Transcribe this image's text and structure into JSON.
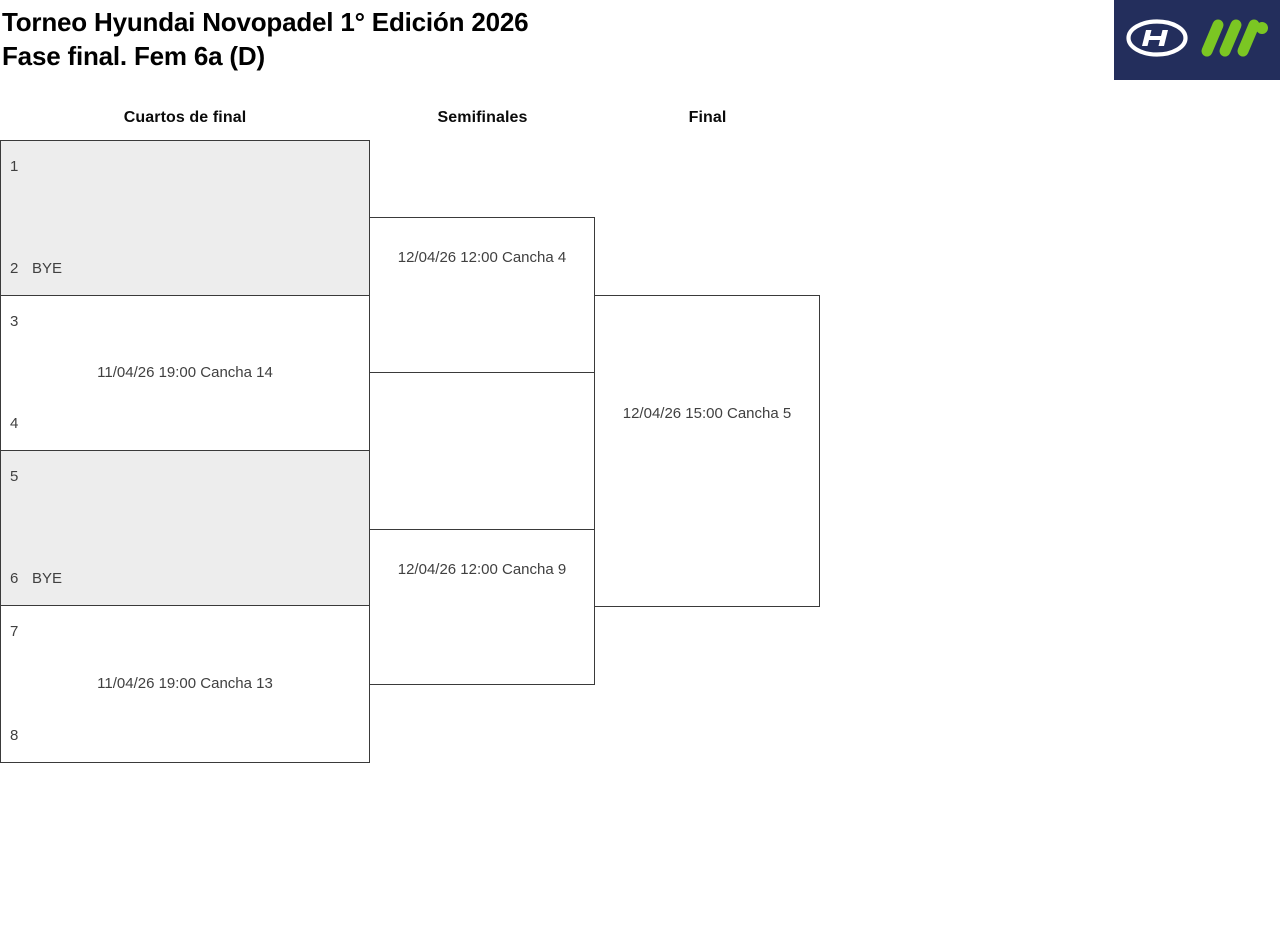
{
  "header": {
    "title_line1": "Torneo Hyundai Novopadel 1° Edición 2026",
    "title_line2": "Fase final. Fem 6a (D)",
    "logo": {
      "background": "#232e5c",
      "icons": [
        {
          "name": "hyundai-icon",
          "color": "#ffffff"
        },
        {
          "name": "m-dot-icon",
          "color": "#7bc623"
        }
      ]
    }
  },
  "bracket": {
    "rounds": [
      {
        "label": "Cuartos de final"
      },
      {
        "label": "Semifinales"
      },
      {
        "label": "Final"
      }
    ],
    "quarterfinals": [
      {
        "slot_top": {
          "seed": "1"
        },
        "slot_bottom": {
          "seed": "2",
          "name": "BYE"
        },
        "highlighted": true
      },
      {
        "slot_top": {
          "seed": "3"
        },
        "slot_bottom": {
          "seed": "4"
        },
        "schedule": "11/04/26 19:00 Cancha 14",
        "highlighted": false
      },
      {
        "slot_top": {
          "seed": "5"
        },
        "slot_bottom": {
          "seed": "6",
          "name": "BYE"
        },
        "highlighted": true
      },
      {
        "slot_top": {
          "seed": "7"
        },
        "slot_bottom": {
          "seed": "8"
        },
        "schedule": "11/04/26 19:00 Cancha 13",
        "highlighted": false
      }
    ],
    "semifinals": [
      {
        "schedule": "12/04/26 12:00 Cancha 4"
      },
      {
        "schedule": "12/04/26 12:00 Cancha 9"
      }
    ],
    "final": {
      "schedule": "12/04/26 15:00 Cancha 5"
    }
  },
  "colors": {
    "bye_match_fill": "#ededed",
    "bracket_line": "#3a3a3a",
    "brand_navy": "#232e5c",
    "brand_green": "#7bc623"
  }
}
